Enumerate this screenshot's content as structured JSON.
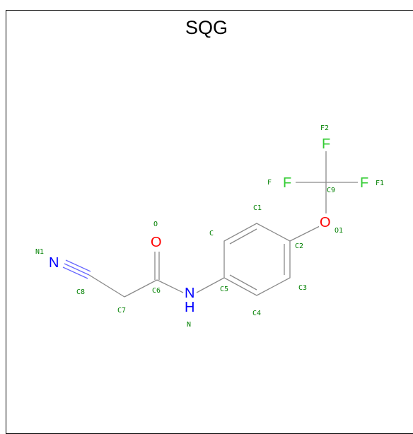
{
  "title": "SQG",
  "colors": {
    "carbon_bond": "#8a8a8a",
    "nitrogen": "#0000ff",
    "oxygen": "#ff0000",
    "fluorine": "#33cc33",
    "atom_label": "#008000"
  },
  "elements": {
    "n_nitrile": "N",
    "o_carbonyl": "O",
    "n_amide": "N",
    "h_amide": "H",
    "o_ether": "O",
    "f_left": "F",
    "f_right": "F",
    "f_top": "F"
  },
  "atom_labels": {
    "n1": "N1",
    "c8": "C8",
    "c7": "C7",
    "c6": "C6",
    "o": "O",
    "n": "N",
    "c5": "C5",
    "c": "C",
    "c1": "C1",
    "c2": "C2",
    "c3": "C3",
    "c4": "C4",
    "o1": "O1",
    "c9": "C9",
    "f": "F",
    "f1": "F1",
    "f2": "F2"
  }
}
